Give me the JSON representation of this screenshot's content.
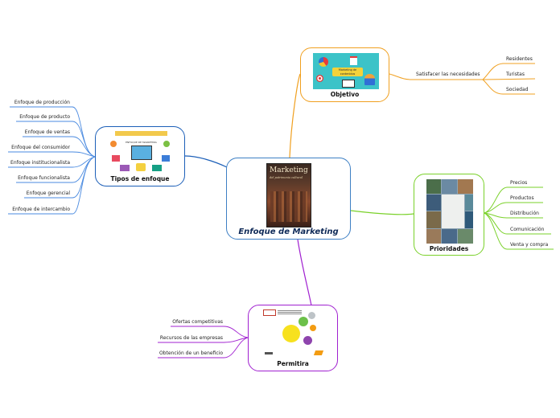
{
  "central": {
    "title": "Enfoque de Marketing",
    "book_title": "Marketing",
    "book_subtitle": "del patrimonio cultural"
  },
  "objetivo": {
    "title": "Objetivo",
    "image_text": "Marketing de contenidos",
    "branch": "Satisfacer las necesidades",
    "children": [
      "Residentes",
      "Turistas",
      "Sociedad"
    ]
  },
  "prioridades": {
    "title": "Prioridades",
    "children": [
      "Precios",
      "Productos",
      "Distribución",
      "Comunicación",
      "Venta y compra"
    ]
  },
  "tipos": {
    "title": "Tipos de enfoque",
    "image_header": "ENFOQUE DE MARKETING",
    "children": [
      "Enfoque de producción",
      "Enfoque de producto",
      "Enfoque de ventas",
      "Enfoque del consumidor",
      "Enfoque institucionalista",
      "Enfoque funcionalista",
      "Enfoque gerencial",
      "Enfoque de intercambio"
    ]
  },
  "permitira": {
    "title": "Permitira",
    "children": [
      "Ofertas competitivas",
      "Recursos de las empresas",
      "Obtención de un beneficio"
    ]
  },
  "colors": {
    "central": "#3d7fc4",
    "objetivo": "#f0a020",
    "prioridades": "#7ad12a",
    "tipos": "#1c5fb8",
    "permitira": "#a020d0"
  }
}
